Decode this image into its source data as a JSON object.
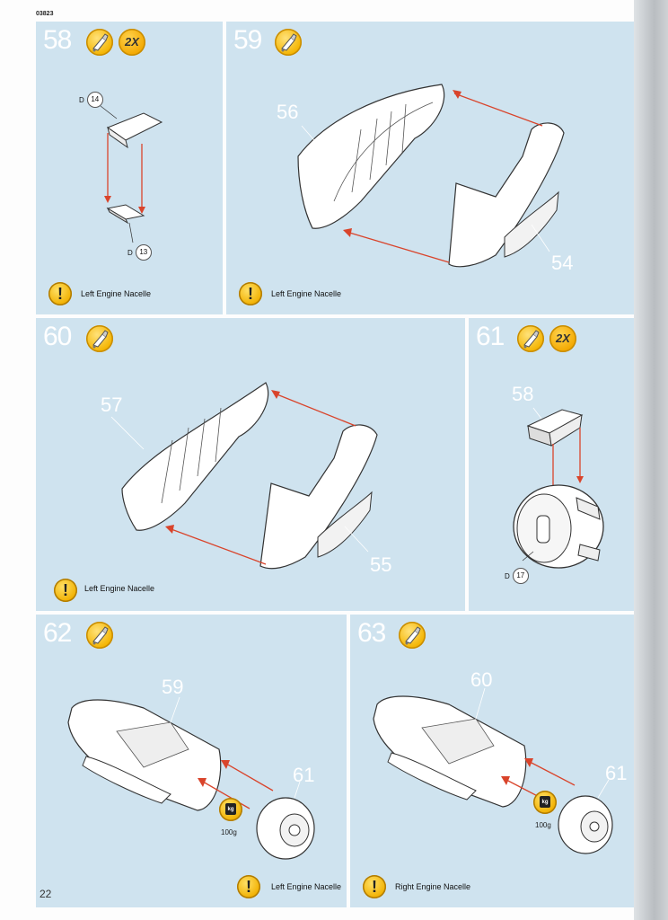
{
  "header": {
    "code": "03823"
  },
  "footer": {
    "page_number": "22"
  },
  "steps": [
    {
      "number": "58",
      "multiplier": "2X",
      "caption": "Left Engine Nacelle",
      "parts": [
        {
          "prefix": "D",
          "id": "14"
        },
        {
          "prefix": "D",
          "id": "13"
        }
      ]
    },
    {
      "number": "59",
      "caption": "Left Engine Nacelle",
      "labels": [
        "56",
        "54"
      ]
    },
    {
      "number": "60",
      "caption": "Left Engine Nacelle",
      "labels": [
        "57",
        "55"
      ]
    },
    {
      "number": "61",
      "multiplier": "2X",
      "labels": [
        "58"
      ],
      "parts": [
        {
          "prefix": "D",
          "id": "17"
        }
      ]
    },
    {
      "number": "62",
      "caption": "Left Engine Nacelle",
      "labels": [
        "59",
        "61"
      ],
      "weight": "100g",
      "weight_icon": "kg"
    },
    {
      "number": "63",
      "caption": "Right Engine Nacelle",
      "labels": [
        "60",
        "61"
      ],
      "weight": "100g",
      "weight_icon": "kg"
    }
  ],
  "colors": {
    "panel": "#cfe3ef",
    "arrow": "#d9442b",
    "badge": "#f4b400"
  },
  "icons": {
    "glue": "glue-bottle-icon",
    "warning": "exclamation-icon",
    "weight": "kg-weight-icon"
  }
}
